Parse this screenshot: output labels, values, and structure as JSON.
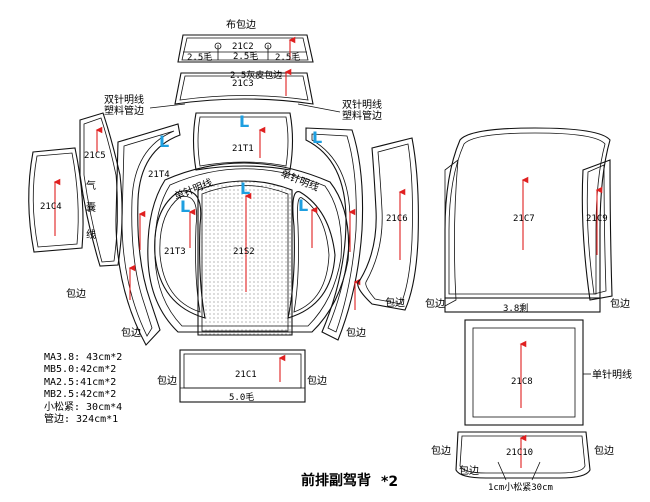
{
  "title": "前排副驾背",
  "title_suffix": "*2",
  "pieces": {
    "c2": "21C2",
    "c3": "21C3",
    "c5": "21C5",
    "c4": "21C4",
    "t4": "21T4",
    "t1": "21T1",
    "t3": "21T3",
    "s2": "21S2",
    "c6": "21C6",
    "c7": "21C7",
    "c9": "21C9",
    "c1": "21C1",
    "c8": "21C8",
    "c10": "21C10"
  },
  "labels": {
    "bu_bao_bian": "布包边",
    "hui_pi_bao_bian": "2.5灰皮包边",
    "seam_25": "2.5毛",
    "double_needle": "双针明线",
    "plastic_tube": "塑料管边",
    "single_needle_tilt": "单针明线",
    "qi_nang_xian": [
      "气",
      "囊",
      "线"
    ],
    "bao_bian": "包边",
    "seam_38": "3.8剩",
    "seam_50": "5.0毛",
    "single_needle": "单针明线",
    "loose_tight": "1cm小松紧30cm",
    "L": "L"
  },
  "notes": [
    "MA3.8: 43cm*2",
    "MB5.0:42cm*2",
    "MA2.5:41cm*2",
    "MB2.5:42cm*2",
    "小松紧: 30cm*4",
    "管边: 324cm*1"
  ]
}
